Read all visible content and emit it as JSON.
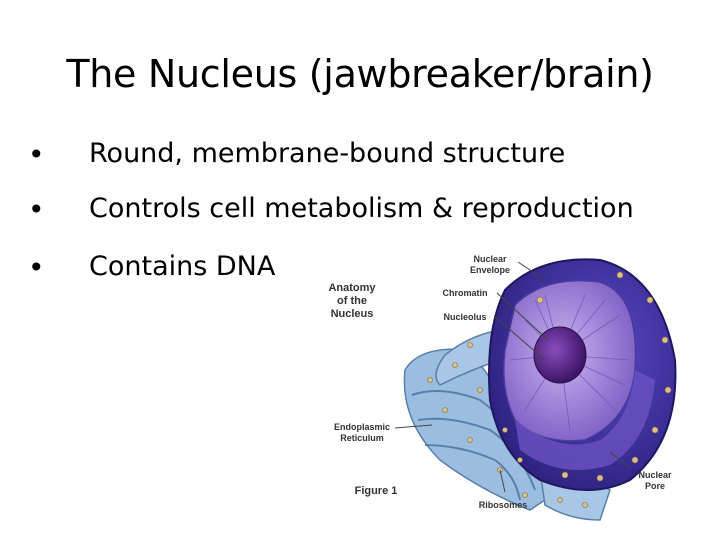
{
  "slide": {
    "title": "The Nucleus (jawbreaker/brain)",
    "bullets": [
      {
        "marker": "•",
        "text": "Round, membrane-bound structure"
      },
      {
        "marker": "•",
        "text": "Controls cell metabolism & reproduction"
      },
      {
        "marker": "•",
        "text": "Contains DNA"
      }
    ]
  },
  "figure": {
    "heading_line1": "Anatomy",
    "heading_line2": "of the",
    "heading_line3": "Nucleus",
    "label_envelope_1": "Nuclear",
    "label_envelope_2": "Envelope",
    "label_chromatin": "Chromatin",
    "label_nucleolus": "Nucleolus",
    "label_er_1": "Endoplasmic",
    "label_er_2": "Reticulum",
    "label_figure": "Figure 1",
    "label_ribosomes": "Ribosomes",
    "label_pore_1": "Nuclear",
    "label_pore_2": "Pore",
    "colors": {
      "envelope": "#3b2f9e",
      "interior": "#9a7fd6",
      "nucleolus": "#5a2a8a",
      "er": "#8fb3d9"
    }
  }
}
